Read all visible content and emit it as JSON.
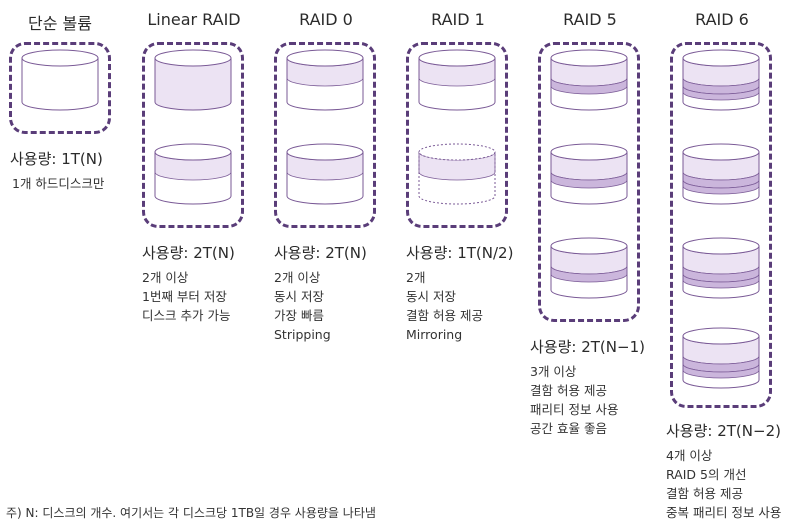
{
  "columns": [
    {
      "key": "single",
      "title": "단순 볼륨",
      "usage": "사용량: 1T(N)",
      "desc": [
        "1개 하드디스크만"
      ]
    },
    {
      "key": "linear",
      "title": "Linear RAID",
      "usage": "사용량: 2T(N)",
      "desc": [
        "2개 이상",
        "1번째 부터 저장",
        "디스크 추가 가능"
      ]
    },
    {
      "key": "raid0",
      "title": "RAID 0",
      "usage": "사용량: 2T(N)",
      "desc": [
        "2개 이상",
        "동시 저장",
        "가장 빠름",
        "Stripping"
      ]
    },
    {
      "key": "raid1",
      "title": "RAID 1",
      "usage": "사용량: 1T(N/2)",
      "desc": [
        "2개",
        "동시 저장",
        "결함 허용 제공",
        "Mirroring"
      ]
    },
    {
      "key": "raid5",
      "title": "RAID 5",
      "usage": "사용량: 2T(N−1)",
      "desc": [
        "3개 이상",
        "결함 허용 제공",
        "패리티 정보 사용",
        "공간 효율 좋음"
      ]
    },
    {
      "key": "raid6",
      "title": "RAID 6",
      "usage": "사용량: 2T(N−2)",
      "desc": [
        "4개 이상",
        "RAID 5의 개선",
        "결함 허용 제공",
        "중복 패리티 정보 사용"
      ]
    }
  ],
  "footnote": "주) N: 디스크의 개수. 여기서는 각 디스크당 1TB일 경우 사용량을 나타냄",
  "colors": {
    "outline": "#5a3d79",
    "disk_stroke": "#7a5a96",
    "fill_light": "#ece3f3",
    "fill_parity": "#cbb6dc",
    "text": "#333333"
  }
}
